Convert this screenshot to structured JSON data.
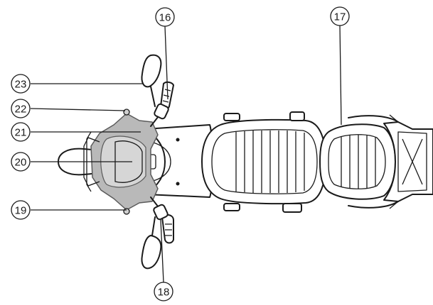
{
  "callouts": [
    {
      "id": "c16",
      "label": "16"
    },
    {
      "id": "c17",
      "label": "17"
    },
    {
      "id": "c18",
      "label": "18"
    },
    {
      "id": "c19",
      "label": "19"
    },
    {
      "id": "c20",
      "label": "20"
    },
    {
      "id": "c21",
      "label": "21"
    },
    {
      "id": "c22",
      "label": "22"
    },
    {
      "id": "c23",
      "label": "23"
    }
  ]
}
